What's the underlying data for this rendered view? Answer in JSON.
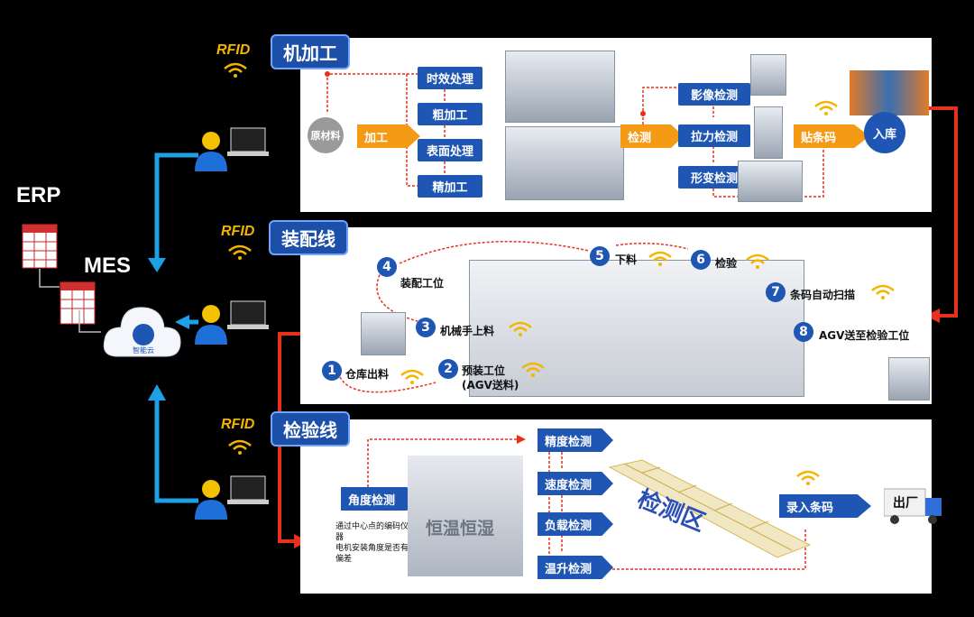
{
  "left": {
    "erp": "ERP",
    "mes": "MES"
  },
  "rfid": "RFID",
  "sections": {
    "machining": {
      "title": "机加工",
      "raw": "原材料",
      "process": "加工",
      "steps": [
        "时效处理",
        "粗加工",
        "表面处理",
        "精加工"
      ],
      "inspect": "检测",
      "checks": [
        "影像检测",
        "拉力检测",
        "形变检测"
      ],
      "label": "贴条码",
      "storage": "入库"
    },
    "assembly": {
      "title": "装配线",
      "steps": [
        {
          "n": "1",
          "label": "仓库出料"
        },
        {
          "n": "2",
          "label": "预装工位\n(AGV送料)"
        },
        {
          "n": "3",
          "label": "机械手上料"
        },
        {
          "n": "4",
          "label": "装配工位"
        },
        {
          "n": "5",
          "label": "下料"
        },
        {
          "n": "6",
          "label": "检验"
        },
        {
          "n": "7",
          "label": "条码自动扫描"
        },
        {
          "n": "8",
          "label": "AGV送至检验工位"
        }
      ]
    },
    "inspection": {
      "title": "检验线",
      "angle": "角度检测",
      "note": "通过中心点的编码仪器\n电机安装角度是否有偏差",
      "chamber": "恒温恒湿",
      "checks": [
        "精度检测",
        "速度检测",
        "负载检测",
        "温升检测"
      ],
      "zone": "检测区",
      "barcode": "录入条码",
      "ship": "出厂"
    }
  },
  "colors": {
    "accent": "#1f56b3",
    "orange": "#f59a14",
    "red": "#e8301c",
    "flow": "#1ea0e6"
  }
}
